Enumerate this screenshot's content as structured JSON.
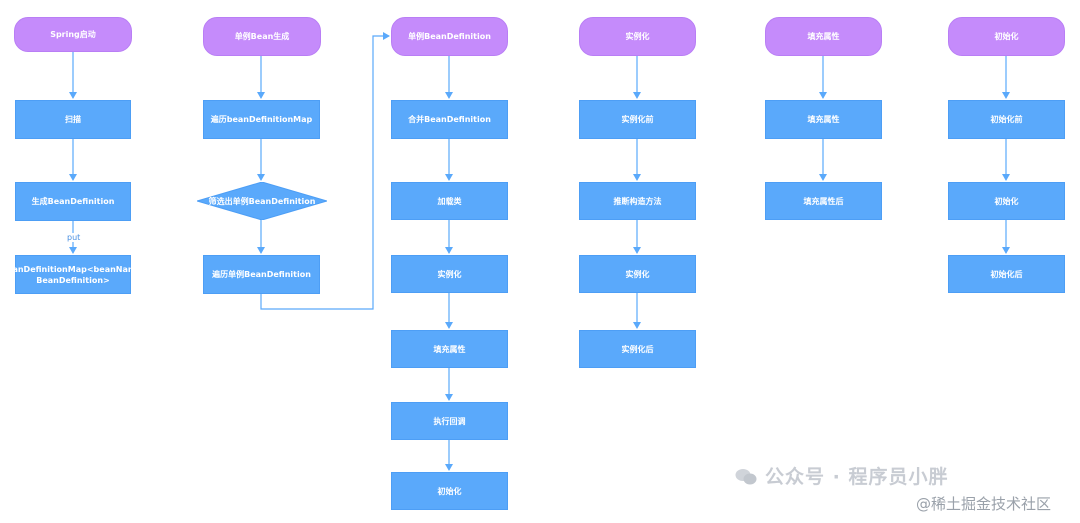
{
  "columns": [
    {
      "header": "Spring启动",
      "steps": [
        "扫描",
        "生成BeanDefinition",
        "beanDefinitionMap<beanName, BeanDefinition>"
      ],
      "edge_label": "put"
    },
    {
      "header": "单例Bean生成",
      "steps": [
        "遍历beanDefinitionMap",
        "筛选出单例BeanDefinition",
        "遍历单例BeanDefinition"
      ]
    },
    {
      "header": "单例BeanDefinition",
      "steps": [
        "合并BeanDefinition",
        "加载类",
        "实例化",
        "填充属性",
        "执行回调",
        "初始化"
      ]
    },
    {
      "header": "实例化",
      "steps": [
        "实例化前",
        "推断构造方法",
        "实例化",
        "实例化后"
      ]
    },
    {
      "header": "填充属性",
      "steps": [
        "填充属性",
        "填充属性后"
      ]
    },
    {
      "header": "初始化",
      "steps": [
        "初始化前",
        "初始化",
        "初始化后"
      ]
    }
  ],
  "watermark": {
    "wechat": "公众号 · 程序员小胖",
    "site": "@稀土掘金技术社区"
  },
  "colors": {
    "rect": "#5aa9fb",
    "pill": "#c58bfb",
    "edge": "#5aa9fb"
  }
}
